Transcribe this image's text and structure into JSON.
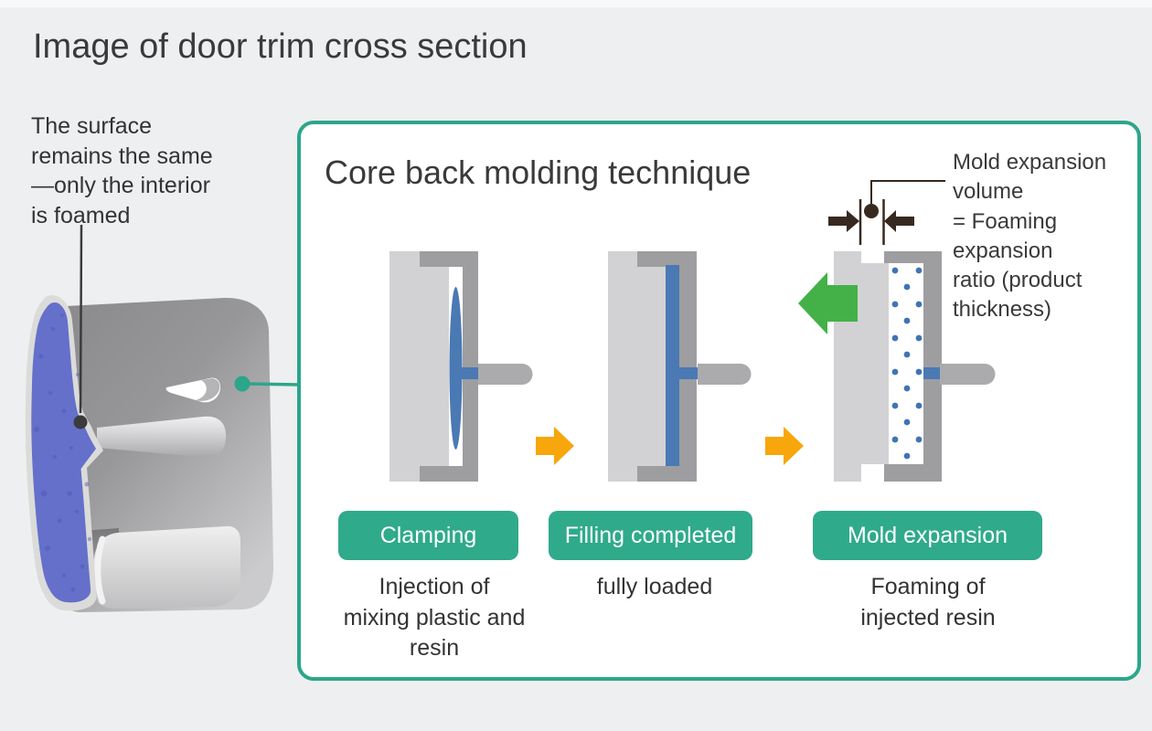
{
  "colors": {
    "bg": "#edeff0",
    "panel_border": "#2ca68a",
    "button_green": "#2faa8b",
    "text_dark": "#3a3a3a",
    "text_body": "#333333",
    "mold_light": "#d2d2d4",
    "mold_dark": "#9e9ea0",
    "nozzle": "#ababad",
    "resin_blue": "#4a79b4",
    "foam_dot": "#3f74b2",
    "trim_foam": "#6470ca",
    "trim_speckle": "#4b59b6",
    "trim_skin": "#dbdbd9",
    "green_arrow": "#43b148",
    "orange": "#f7a60b",
    "measure_dark": "#38291f"
  },
  "title": "Image of door trim cross section",
  "trim": {
    "note": "The surface\nremains the same\n—only the interior\nis foamed"
  },
  "panel": {
    "title": "Core back molding technique",
    "measure_note": "Mold expansion\nvolume\n= Foaming\nexpansion\nratio (product\nthickness)",
    "steps": [
      {
        "label": "Clamping",
        "caption": "Injection of\nmixing plastic and\nresin"
      },
      {
        "label": "Filling completed",
        "caption": "fully loaded"
      },
      {
        "label": "Mold expansion",
        "caption": "Foaming of\ninjected resin"
      }
    ]
  },
  "icons": {
    "flow_arrow": "orange-right-arrow",
    "expand_arrow": "green-left-arrow",
    "measure_arrows": "inward-pointing-arrows",
    "callout_dots": "annotation-dot"
  }
}
